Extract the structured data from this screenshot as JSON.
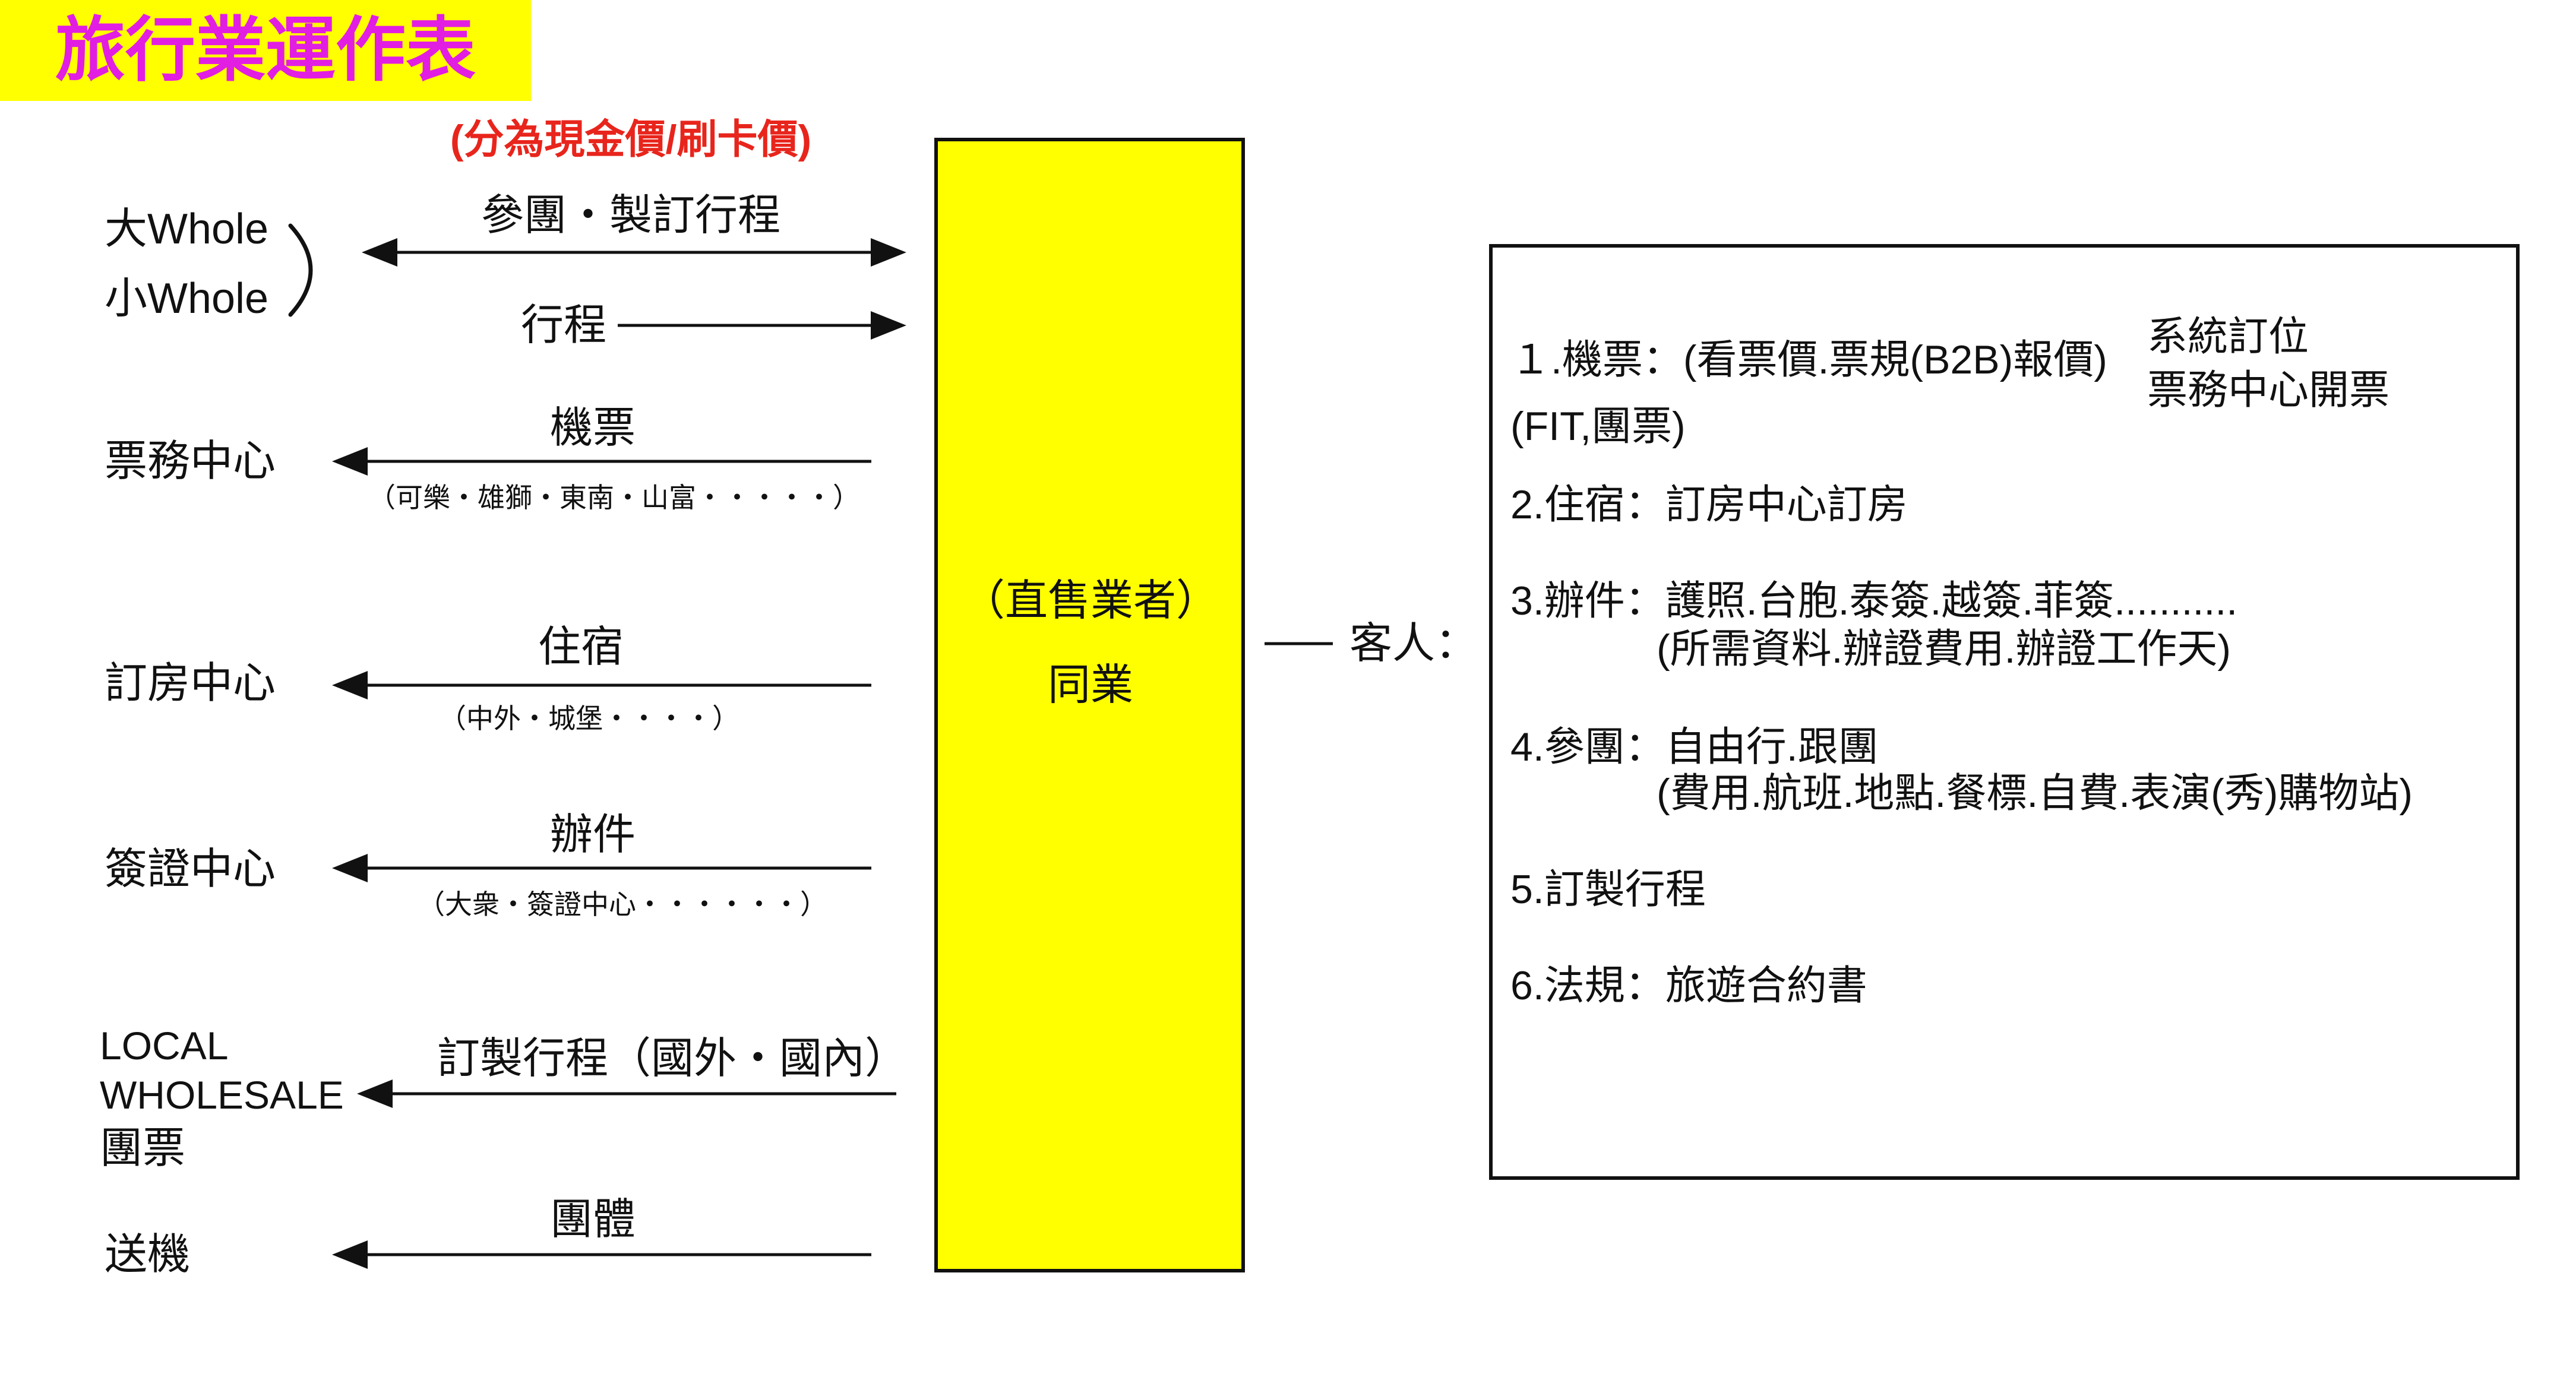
{
  "title": "旅行業運作表",
  "price_note": "(分為現金價/刷卡價)",
  "colors": {
    "title_text": "#e21ee2",
    "highlight_fill": "#ffff00",
    "price_note": "#e8251c",
    "ink": "#111111"
  },
  "left_nodes": {
    "whole_big": "大Whole",
    "whole_small": "小Whole",
    "ticket_center": "票務中心",
    "hotel_center": "訂房中心",
    "visa_center": "簽證中心",
    "local_wholesale": [
      "LOCAL",
      "WHOLESALE",
      "團票"
    ],
    "airport": "送機"
  },
  "flows": {
    "tour": {
      "label": "參團・製訂行程"
    },
    "itinerary": {
      "label": "行程"
    },
    "ticket": {
      "label": "機票",
      "examples": "（可樂・雄獅・東南・山富・・・・・）"
    },
    "hotel": {
      "label": "住宿",
      "examples": "（中外・城堡・・・・）"
    },
    "visa": {
      "label": "辦件",
      "examples": "（大衆・簽證中心・・・・・・）"
    },
    "custom": {
      "label": "訂製行程（國外・國內）"
    },
    "group": {
      "label": "團體"
    }
  },
  "agent_box": {
    "line1": "（直售業者）",
    "line2": "同業"
  },
  "customer": {
    "label": "客人："
  },
  "services": {
    "ticket": {
      "main": "１.機票：(看票價.票規(B2B)報價)",
      "side": [
        "系統訂位",
        "票務中心開票"
      ],
      "extra": "(FIT,團票)"
    },
    "hotel": "2.住宿：訂房中心訂房",
    "visa": {
      "main": "3.辦件：護照.台胞.泰簽.越簽.菲簽...........",
      "detail": "(所需資料.辦證費用.辦證工作天)"
    },
    "tour": {
      "main": "4.參團：自由行.跟團",
      "detail": "(費用.航班.地點.餐標.自費.表演(秀)購物站)"
    },
    "custom": "5.訂製行程",
    "law": "6.法規：旅遊合約書"
  }
}
